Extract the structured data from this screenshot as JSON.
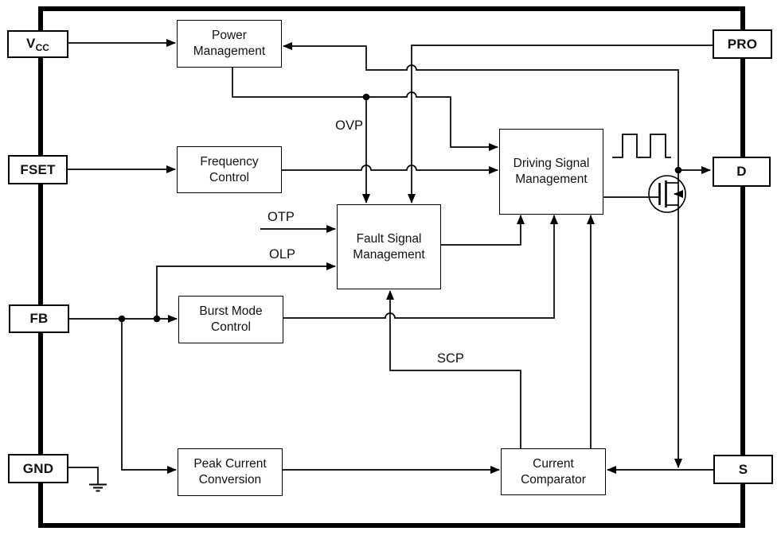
{
  "colors": {
    "line": "#000000",
    "background": "#ffffff"
  },
  "pins": {
    "vcc": {
      "base": "V",
      "sub": "CC"
    },
    "fset": {
      "label": "FSET"
    },
    "fb": {
      "label": "FB"
    },
    "gnd": {
      "label": "GND"
    },
    "pro": {
      "label": "PRO"
    },
    "d": {
      "label": "D"
    },
    "s": {
      "label": "S"
    }
  },
  "blocks": {
    "power_management": {
      "label": "Power\nManagement"
    },
    "frequency_control": {
      "label": "Frequency\nControl"
    },
    "fault_signal_management": {
      "label": "Fault Signal\nManagement"
    },
    "driving_signal_management": {
      "label": "Driving Signal\nManagement"
    },
    "burst_mode_control": {
      "label": "Burst Mode\nControl"
    },
    "peak_current_conversion": {
      "label": "Peak Current\nConversion"
    },
    "current_comparator": {
      "label": "Current\nComparator"
    }
  },
  "signals": {
    "ovp": "OVP",
    "otp": "OTP",
    "olp": "OLP",
    "scp": "SCP"
  }
}
